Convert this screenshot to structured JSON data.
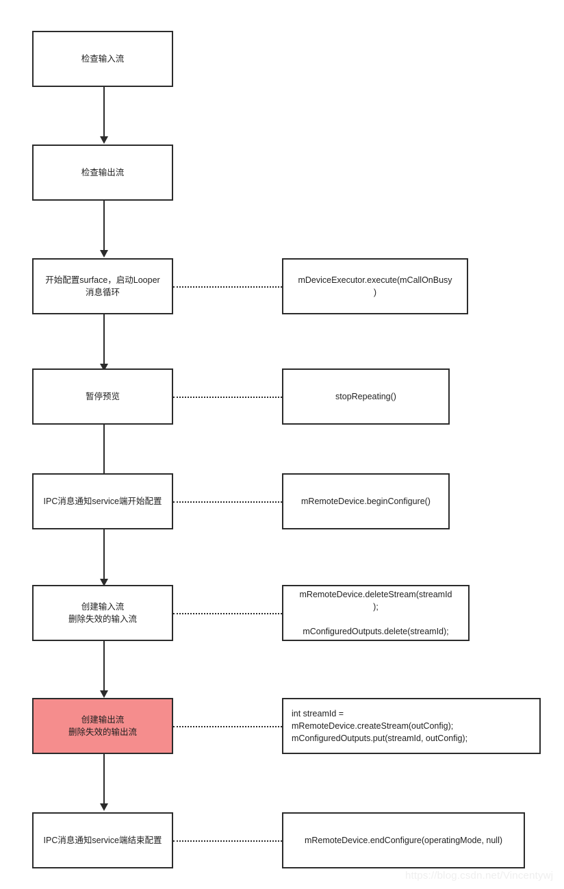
{
  "diagram": {
    "title": "Camera configure streams flowchart",
    "colors": {
      "stroke": "#2b2b2b",
      "highlight_fill": "#F58D8D",
      "background": "#ffffff",
      "watermark": "#efefef"
    },
    "steps": [
      {
        "id": "check-input-streams",
        "label": "检查输入流",
        "highlight": false,
        "annotation": null
      },
      {
        "id": "check-output-streams",
        "label": "检查输出流",
        "highlight": false,
        "annotation": null
      },
      {
        "id": "start-configure-surface",
        "label": "开始配置surface，启动Looper\n消息循环",
        "highlight": false,
        "annotation": {
          "id": "annotation-device-executor",
          "text": "mDeviceExecutor.execute(mCallOnBusy\n)",
          "align": "center"
        }
      },
      {
        "id": "pause-preview",
        "label": "暂停预览",
        "highlight": false,
        "annotation": {
          "id": "annotation-stop-repeating",
          "text": "stopRepeating()",
          "align": "center"
        }
      },
      {
        "id": "ipc-begin-configure",
        "label": "IPC消息通知service端开始配置",
        "highlight": false,
        "annotation": {
          "id": "annotation-begin-configure",
          "text": "mRemoteDevice.beginConfigure()",
          "align": "center"
        }
      },
      {
        "id": "create-input-streams",
        "label": "创建输入流\n删除失效的输入流",
        "highlight": false,
        "annotation": {
          "id": "annotation-delete-stream",
          "text": "mRemoteDevice.deleteStream(streamId\n);\n\nmConfiguredOutputs.delete(streamId);",
          "align": "center"
        }
      },
      {
        "id": "create-output-streams",
        "label": "创建输出流\n删除失效的输出流",
        "highlight": true,
        "annotation": {
          "id": "annotation-create-stream",
          "text": "int streamId =\nmRemoteDevice.createStream(outConfig);\nmConfiguredOutputs.put(streamId, outConfig);",
          "align": "left"
        }
      },
      {
        "id": "ipc-end-configure",
        "label": "IPC消息通知service端结束配置",
        "highlight": false,
        "annotation": {
          "id": "annotation-end-configure",
          "text": "mRemoteDevice.endConfigure(operatingMode, null)",
          "align": "center"
        }
      }
    ],
    "watermark": "https://blog.csdn.net/Vincentywj"
  }
}
